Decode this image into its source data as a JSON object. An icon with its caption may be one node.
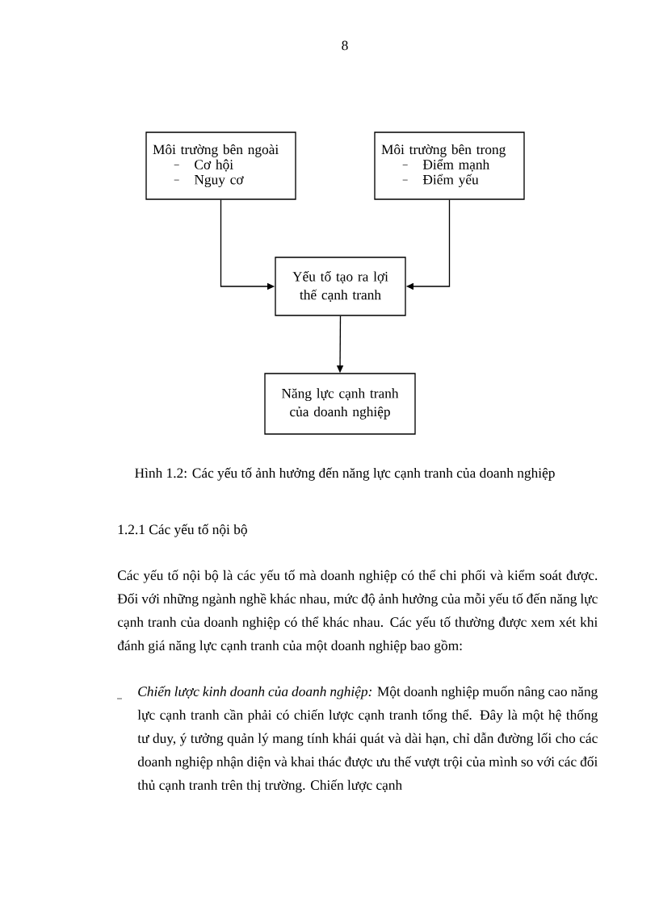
{
  "diagram": {
    "caption": "Hình 1.2: Các yếu tố ảnh hưởng đến năng lực cạnh tranh của doanh nghiệp",
    "nodes": [
      {
        "text": [
          "Môi trường bên ngoài",
          "Cơ hội",
          "Nguy cơ"
        ]
      },
      {
        "text": [
          "Môi trường bên trong",
          "Điểm mạnh",
          "Điểm yếu"
        ]
      },
      {
        "text": [
          "Yếu tố tạo ra lợi thế cạnh tranh"
        ]
      },
      {
        "text": [
          "Năng lực cạnh tranh của doanh nghiệp"
        ]
      }
    ],
    "edges": [
      {
        "from": 0,
        "to": 2,
        "arrow": "to"
      },
      {
        "from": 1,
        "to": 2,
        "arrow": "to"
      },
      {
        "from": 2,
        "to": 3,
        "arrow": "to"
      }
    ],
    "labels": [
      "8",
      "1.2.1 Các yếu tố nội bộ",
      "Các yếu tố nội bộ là các yếu tố mà doanh nghiệp có thể chi phối và kiểm soát được. Đối với những ngành nghề khác nhau, mức độ ảnh hưởng của mỗi yếu tố đến năng lực cạnh tranh của doanh nghiệp có thể khác nhau. Các yếu tố thường được xem xét khi đánh giá năng lực cạnh tranh của một doanh nghiệp bao gồm:",
      "*Chiến lược kinh doanh của doanh nghiệp:* Một doanh nghiệp muốn nâng cao năng lực cạnh tranh cần phải có chiến lược cạnh tranh tổng thể. Đây là một hệ thống tư duy, ý tưởng quản lý mang tính khái quát và dài hạn, chỉ dẫn đường lối cho các doanh nghiệp nhận diện và khai thác được ưu thế vượt trội của mình so với các đối thủ cạnh tranh trên thị trường. Chiến lược cạnh"
    ]
  }
}
